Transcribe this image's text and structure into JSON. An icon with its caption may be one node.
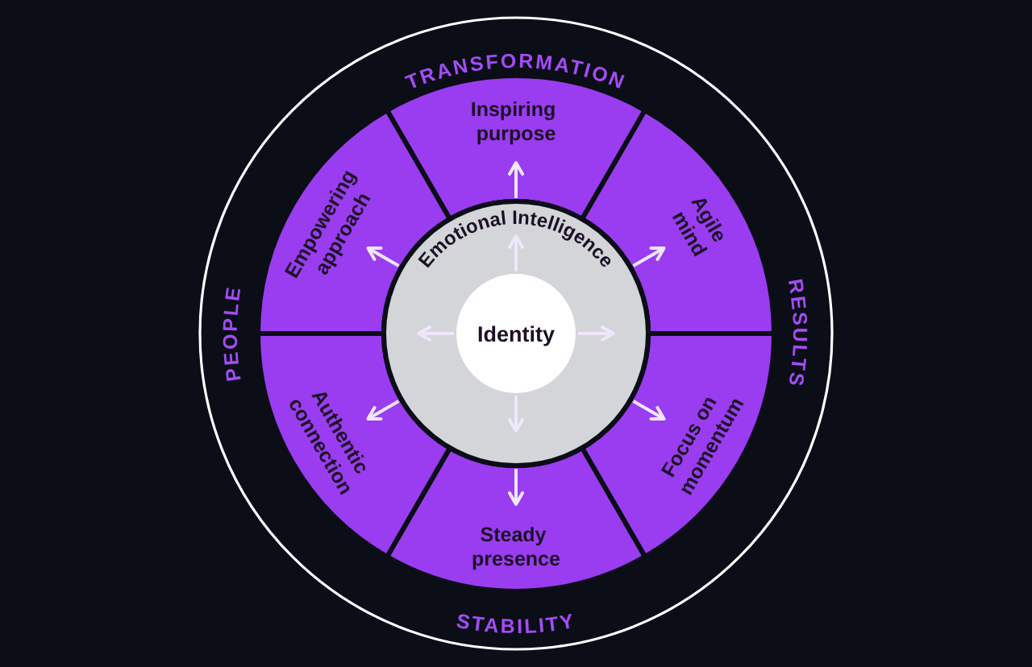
{
  "diagram": {
    "nodes": [
      {
        "text": [
          "Inspiring purpose"
        ]
      },
      {
        "text": [
          "Agile mind"
        ]
      },
      {
        "text": [
          "Focus on momentum"
        ]
      },
      {
        "text": [
          "Steady presence"
        ]
      },
      {
        "text": [
          "Authentic connection"
        ]
      },
      {
        "text": [
          "Empowering approach"
        ]
      },
      {
        "text": [
          "Emotional Intelligence"
        ]
      },
      {
        "text": [
          "Identity"
        ],
        "in": 6
      }
    ],
    "edges": [
      {
        "from": 7,
        "to": 6,
        "arrow": "to"
      },
      {
        "from": 7,
        "to": 6,
        "arrow": "to"
      },
      {
        "from": 7,
        "to": 6,
        "arrow": "to"
      },
      {
        "from": 7,
        "to": 6,
        "arrow": "to"
      },
      {
        "from": 6,
        "to": 0,
        "arrow": "to"
      },
      {
        "from": 6,
        "to": 1,
        "arrow": "to"
      },
      {
        "from": 6,
        "to": 2,
        "arrow": "to"
      },
      {
        "from": 6,
        "to": 3,
        "arrow": "to"
      },
      {
        "from": 6,
        "to": 4,
        "arrow": "to"
      },
      {
        "from": 6,
        "to": 5,
        "arrow": "to"
      }
    ],
    "labels": [
      "TRANSFORMATION",
      "PEOPLE",
      "RESULTS",
      "STABILITY"
    ]
  }
}
